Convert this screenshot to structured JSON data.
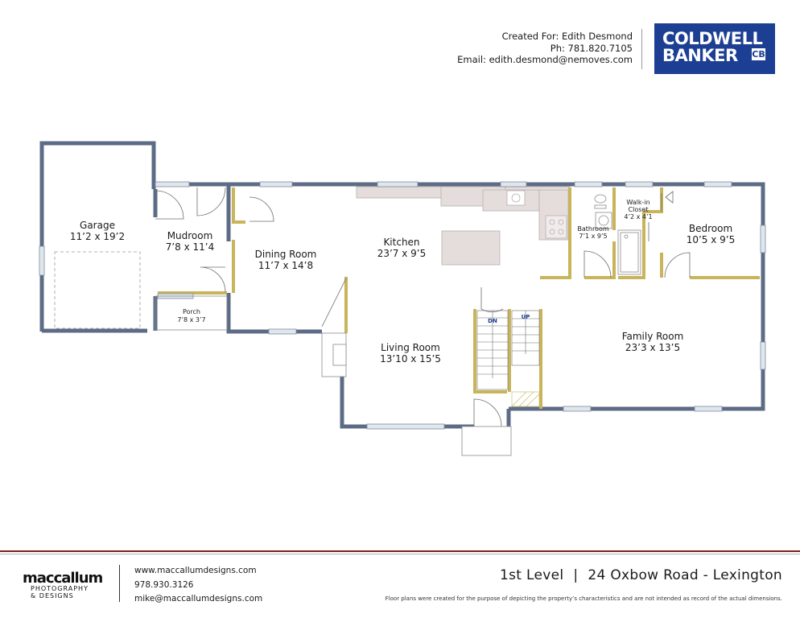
{
  "header": {
    "created_for": "Created For: Edith Desmond",
    "phone": "Ph: 781.820.7105",
    "email": "Email: edith.desmond@nemoves.com"
  },
  "logo": {
    "line1": "COLDWELL",
    "line2": "BANKER",
    "mark": "CB",
    "color": "#1c3f94"
  },
  "rooms": {
    "garage": {
      "name": "Garage",
      "dim": "11’2 x 19’2"
    },
    "mudroom": {
      "name": "Mudroom",
      "dim": "7’8 x 11’4"
    },
    "porch": {
      "name": "Porch",
      "dim": "7’8 x 3’7"
    },
    "dining": {
      "name": "Dining Room",
      "dim": "11’7 x 14’8"
    },
    "kitchen": {
      "name": "Kitchen",
      "dim": "23’7 x 9’5"
    },
    "living": {
      "name": "Living Room",
      "dim": "13’10 x 15’5"
    },
    "bathroom": {
      "name": "Bathroom",
      "dim": "7’1 x 9’5"
    },
    "closet": {
      "name": "Walk-in",
      "name2": "Closet",
      "dim": "4’2 x 4’1"
    },
    "bedroom": {
      "name": "Bedroom",
      "dim": "10’5 x 9’5"
    },
    "family": {
      "name": "Family Room",
      "dim": "23’3 x 13’5"
    }
  },
  "stairs": {
    "down": "DN",
    "up": "UP"
  },
  "colors": {
    "wall": "#5d6c86",
    "interior_wall": "#c8b45a",
    "counter": "#e5dcdc",
    "window": "#dfe6ec"
  },
  "footer": {
    "brand_name": "maccallum",
    "brand_sub1": "PHOTOGRAPHY",
    "brand_sub2": "& DESIGNS",
    "website": "www.maccallumdesigns.com",
    "phone": "978.930.3126",
    "email": "mike@maccallumdesigns.com",
    "level": "1st Level",
    "separator": "|",
    "address": "24 Oxbow Road - Lexington",
    "disclaimer": "Floor plans were created for the purpose of depicting the property’s characteristics and are not intended as record of the actual dimensions."
  }
}
